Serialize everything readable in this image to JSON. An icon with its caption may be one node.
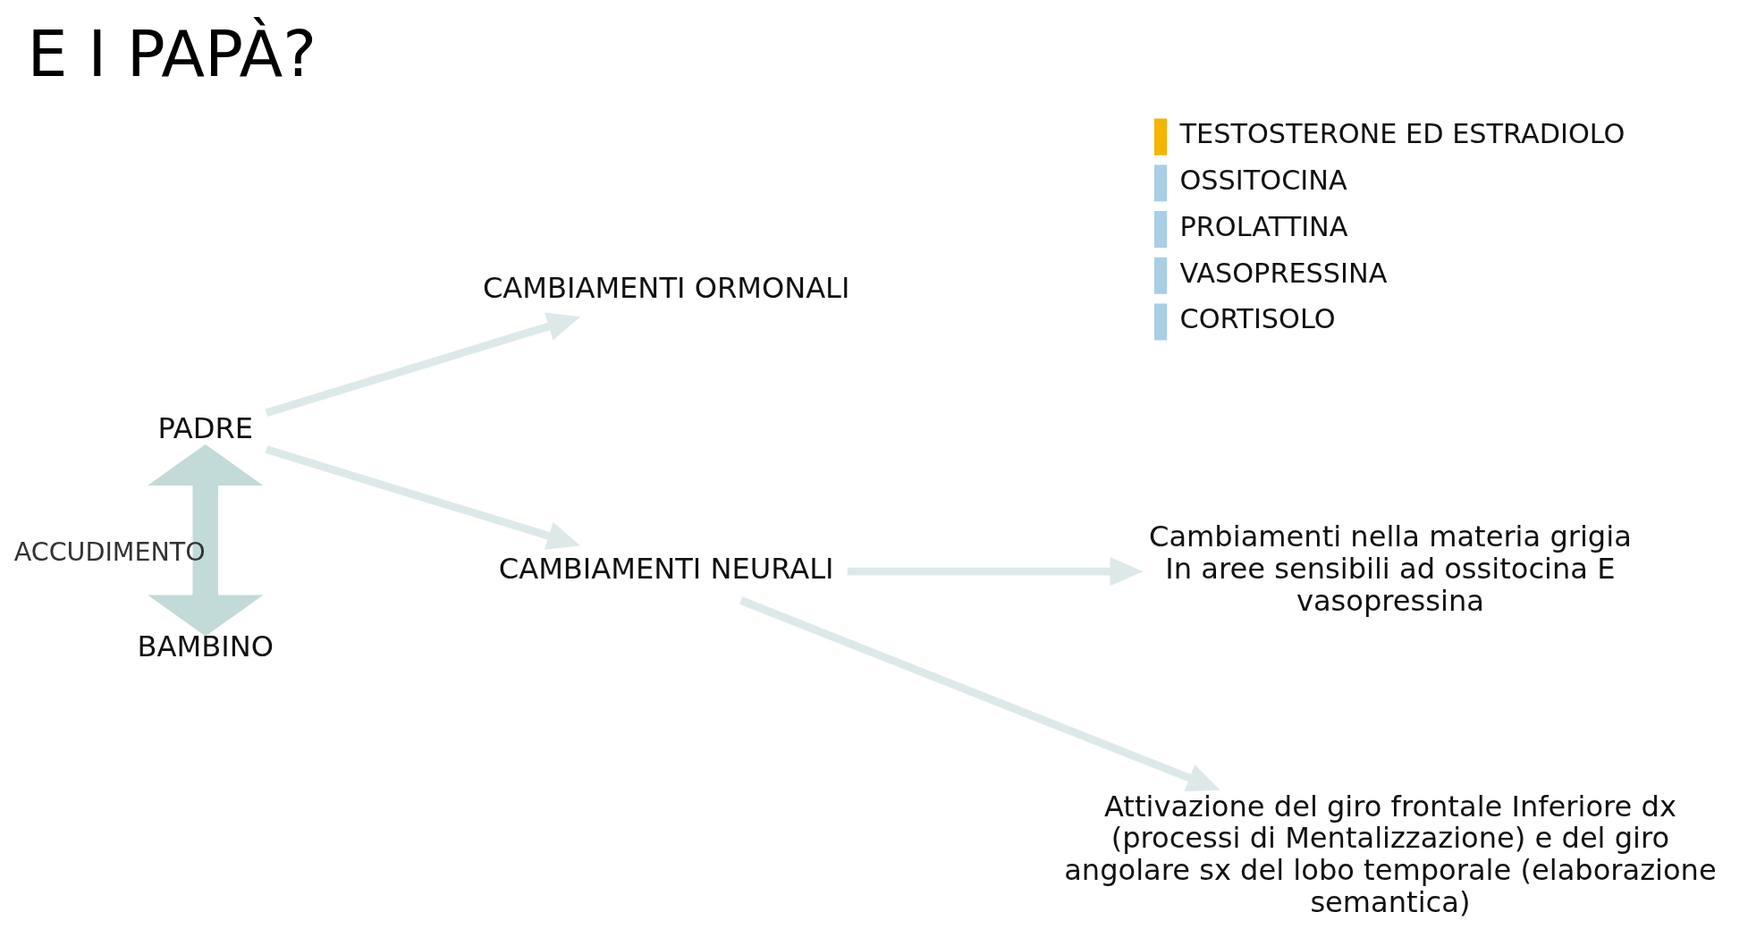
{
  "diagram": {
    "title": "E I PAPÀ?",
    "nodes": [
      {
        "text": [
          "PADRE"
        ]
      },
      {
        "text": [
          "BAMBINO"
        ]
      },
      {
        "text": [
          "CAMBIAMENTI ORMONALI"
        ]
      },
      {
        "text": [
          "CAMBIAMENTI NEURALI"
        ]
      },
      {
        "text": [
          "Cambiamenti nella materia grigia In aree sensibili ad ossitocina E vasopressina"
        ]
      },
      {
        "text": [
          "Attivazione del giro frontale Inferiore dx (processi di Mentalizzazione) e del giro angolare sx del lobo temporale (elaborazione semantica)"
        ]
      }
    ],
    "edges": [
      {
        "from": 0,
        "to": 1,
        "arrow": "both",
        "label": "ACCUDIMENTO",
        "style": "thick",
        "color": "#c2dad8"
      },
      {
        "from": 0,
        "to": 2,
        "arrow": "to"
      },
      {
        "from": 0,
        "to": 3,
        "arrow": "to"
      },
      {
        "from": 3,
        "to": 4,
        "arrow": "to"
      },
      {
        "from": 3,
        "to": 5,
        "arrow": "to"
      }
    ],
    "labels": [
      "TESTOSTERONE ED ESTRADIOLO",
      "OSSITOCINA",
      "PROLATTINA",
      "VASOPRESSINA",
      "CORTISOLO"
    ]
  }
}
